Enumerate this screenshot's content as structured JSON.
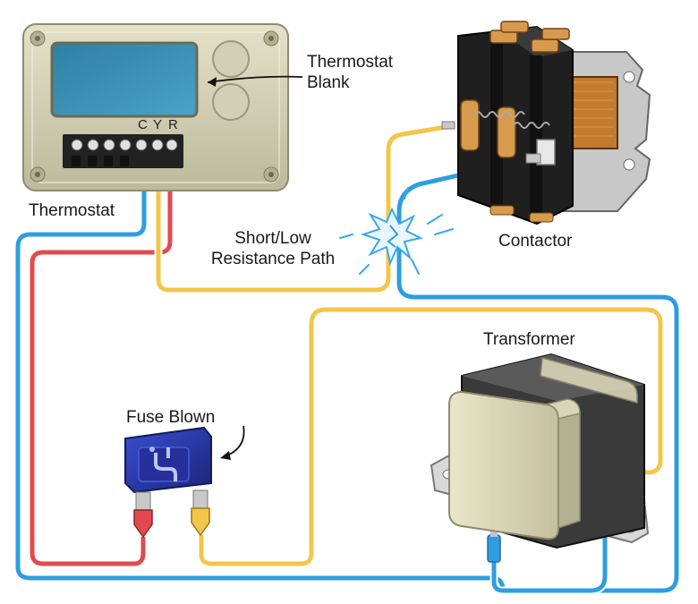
{
  "labels": {
    "thermostat_blank": [
      "Thermostat",
      "Blank"
    ],
    "thermostat": "Thermostat",
    "short_path": [
      "Short/Low",
      "Resistance Path"
    ],
    "contactor": "Contactor",
    "transformer": "Transformer",
    "fuse_blown": "Fuse Blown"
  },
  "terminals": [
    "C",
    "Y",
    "R"
  ],
  "colors": {
    "wire_blue": "#2e9ee0",
    "wire_yellow": "#f3c64a",
    "wire_red": "#e24a4f",
    "thermostat_body": "#d9d6bd",
    "screen": "#3d8fb0",
    "fuse": "#2b3aa8",
    "spark": "#4fb4ee"
  }
}
